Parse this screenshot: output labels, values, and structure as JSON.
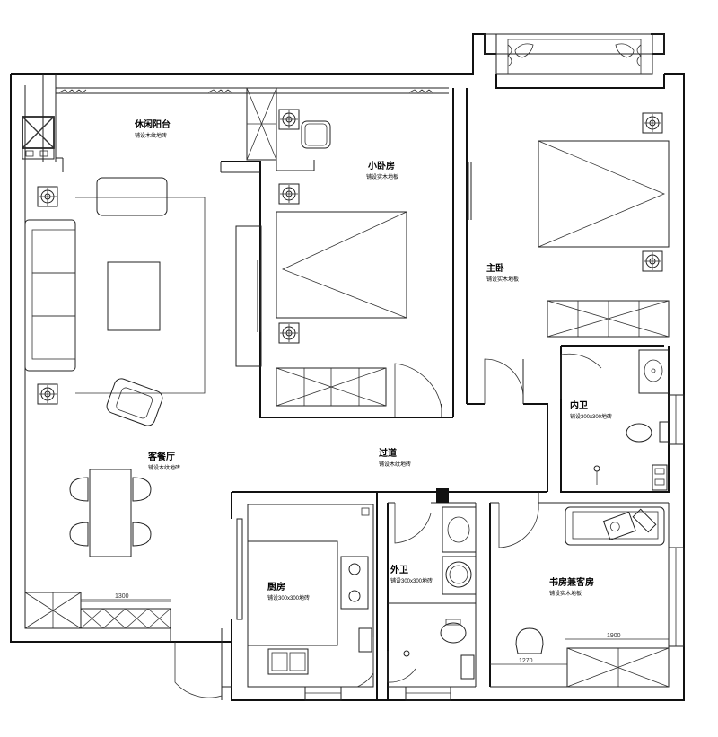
{
  "rooms": {
    "balcony": {
      "name": "休闲阳台",
      "note": "铺设木纹地砖"
    },
    "small_bedroom": {
      "name": "小卧房",
      "note": "铺设实木地板"
    },
    "master_bedroom": {
      "name": "主卧",
      "note": "铺设实木地板"
    },
    "ensuite": {
      "name": "内卫",
      "note": "铺设300x300地砖"
    },
    "living_dining": {
      "name": "客餐厅",
      "note": "铺设木纹地砖"
    },
    "hallway": {
      "name": "过道",
      "note": "铺设木纹地砖"
    },
    "kitchen": {
      "name": "厨房",
      "note": "铺设300x300地砖"
    },
    "guest_bath": {
      "name": "外卫",
      "note": "铺设300x300地砖"
    },
    "study": {
      "name": "书房兼客房",
      "note": "铺设实木地板"
    }
  },
  "dimensions": {
    "living_cabinet": "1300",
    "study_wardrobe": "1900",
    "study_desk": "1270"
  }
}
